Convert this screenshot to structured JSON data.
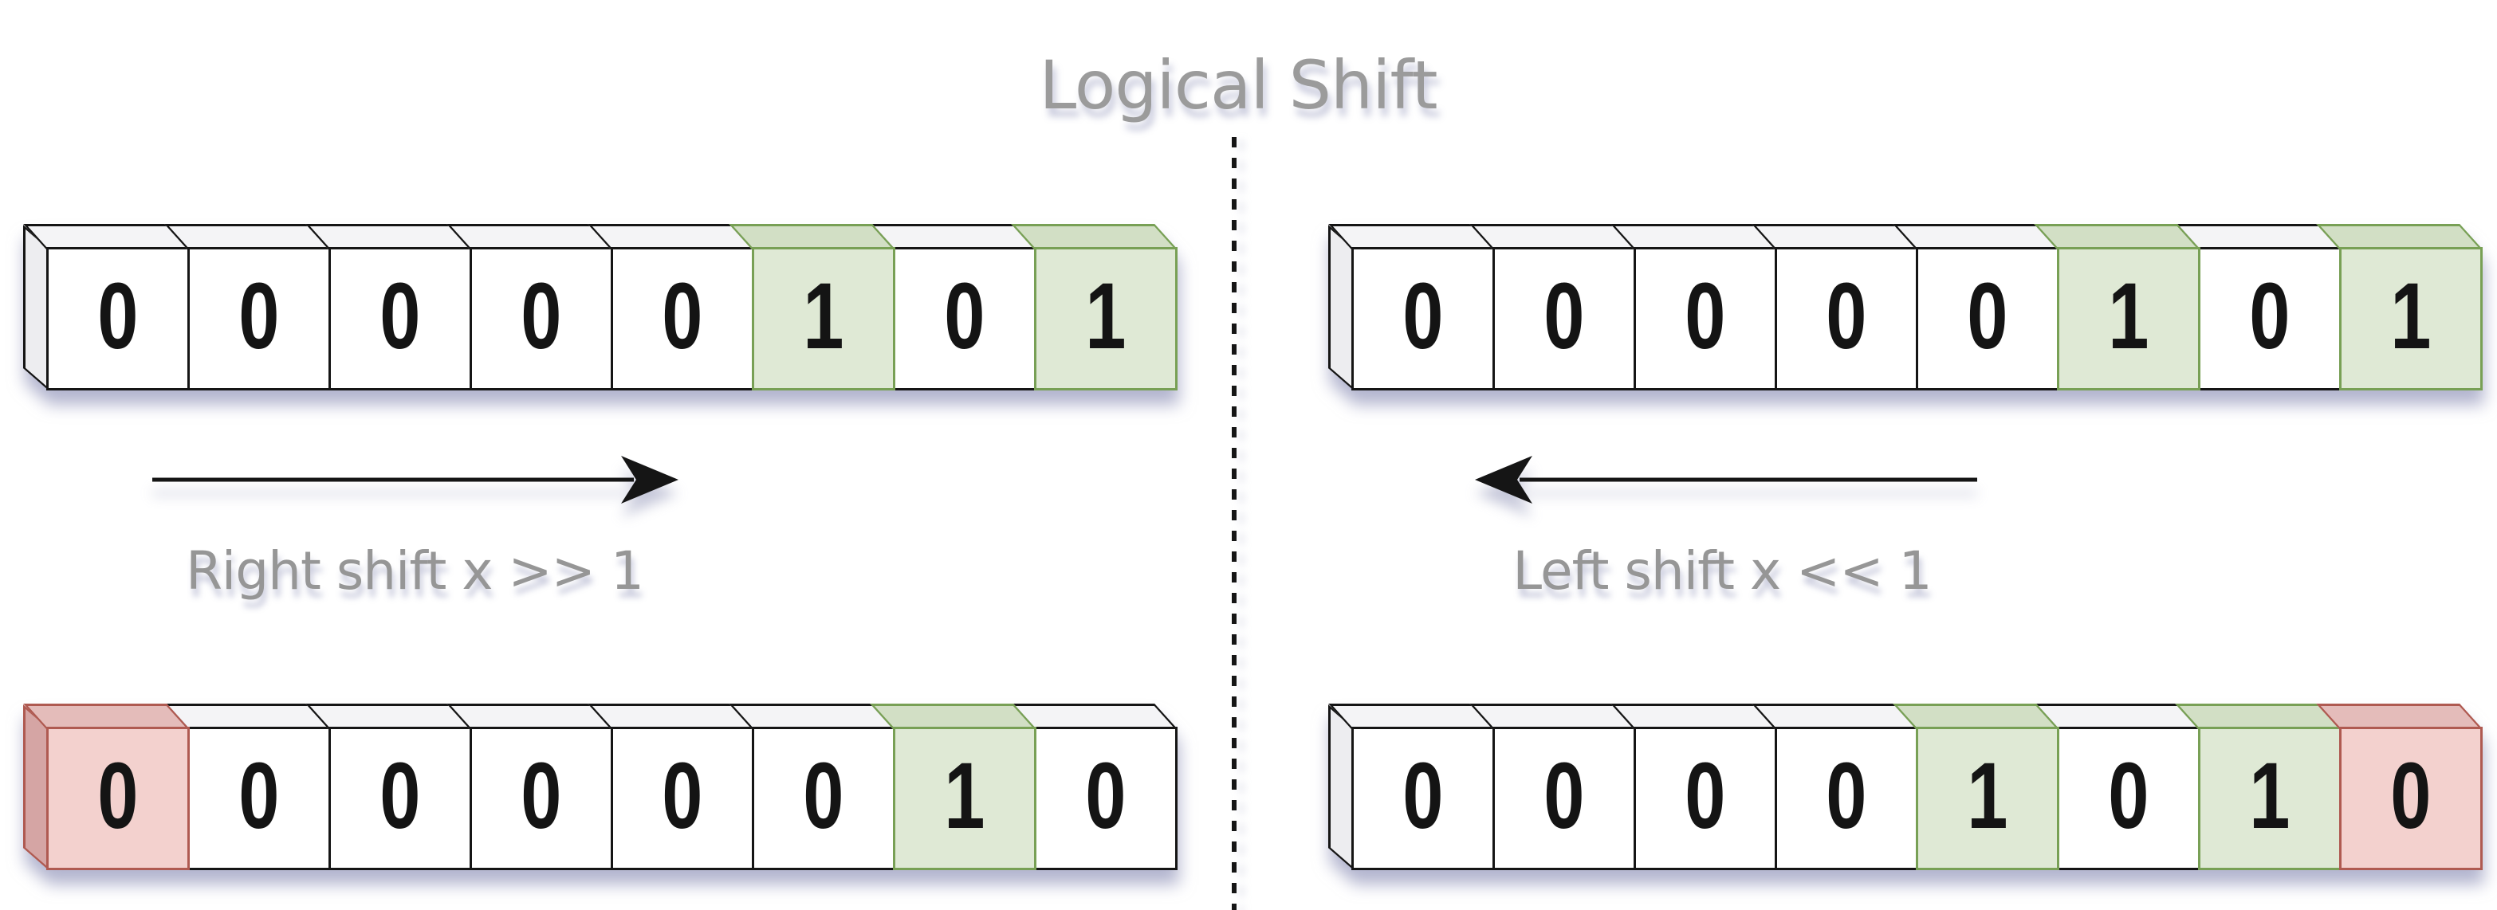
{
  "title": "Logical Shift",
  "colors": {
    "highlight_green_fill": "#dfe9d5",
    "highlight_green_border": "#78a055",
    "highlight_red_fill": "#f3d1ce",
    "highlight_red_border": "#af5a51",
    "cube_fill": "#ffffff",
    "outline": "#151515",
    "muted_text": "#9b9b9b"
  },
  "panels": [
    {
      "side": "left",
      "operation_label": "Right shift x >> 1",
      "arrow_direction": "right",
      "input_row": {
        "bits": [
          "0",
          "0",
          "0",
          "0",
          "0",
          "1",
          "0",
          "1"
        ],
        "states": [
          "normal",
          "normal",
          "normal",
          "normal",
          "normal",
          "green",
          "normal",
          "green"
        ]
      },
      "output_row": {
        "bits": [
          "0",
          "0",
          "0",
          "0",
          "0",
          "0",
          "1",
          "0"
        ],
        "states": [
          "red",
          "normal",
          "normal",
          "normal",
          "normal",
          "normal",
          "green",
          "normal"
        ]
      }
    },
    {
      "side": "right",
      "operation_label": "Left shift x << 1",
      "arrow_direction": "left",
      "input_row": {
        "bits": [
          "0",
          "0",
          "0",
          "0",
          "0",
          "1",
          "0",
          "1"
        ],
        "states": [
          "normal",
          "normal",
          "normal",
          "normal",
          "normal",
          "green",
          "normal",
          "green"
        ]
      },
      "output_row": {
        "bits": [
          "0",
          "0",
          "0",
          "0",
          "1",
          "0",
          "1",
          "0"
        ],
        "states": [
          "normal",
          "normal",
          "normal",
          "normal",
          "green",
          "normal",
          "green",
          "red"
        ]
      }
    }
  ]
}
